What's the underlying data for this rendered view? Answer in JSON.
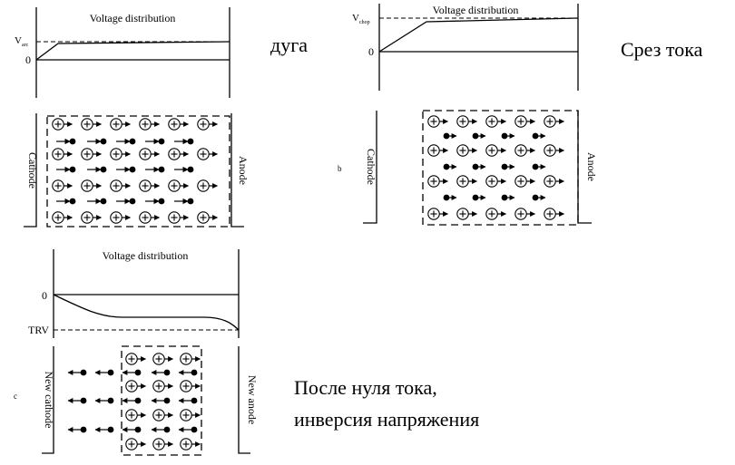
{
  "panels": [
    {
      "id": "arc",
      "title": "Voltage distribution",
      "level_label": "V",
      "level_sub": "arc",
      "zero_label": "0",
      "cathode_label": "Cathode",
      "anode_label": "Anode",
      "caption": "дуга",
      "ion_symbol": "⊕"
    },
    {
      "id": "chop",
      "title": "Voltage distribution",
      "level_label": "V",
      "level_sub": "chop",
      "zero_label": "0",
      "cathode_label": "Cathode",
      "anode_label": "Anode",
      "stray_mark": "b",
      "caption": "Срез тока",
      "ion_symbol": "⊕"
    },
    {
      "id": "trv",
      "title": "Voltage distribution",
      "zero_label": "0",
      "trv_label": "TRV",
      "cathode_label": "New cathode",
      "anode_label": "New anode",
      "stray_mark": "c",
      "caption_line1": "После нуля тока,",
      "caption_line2": "инверсия напряжения",
      "ion_symbol": "⊕"
    }
  ]
}
